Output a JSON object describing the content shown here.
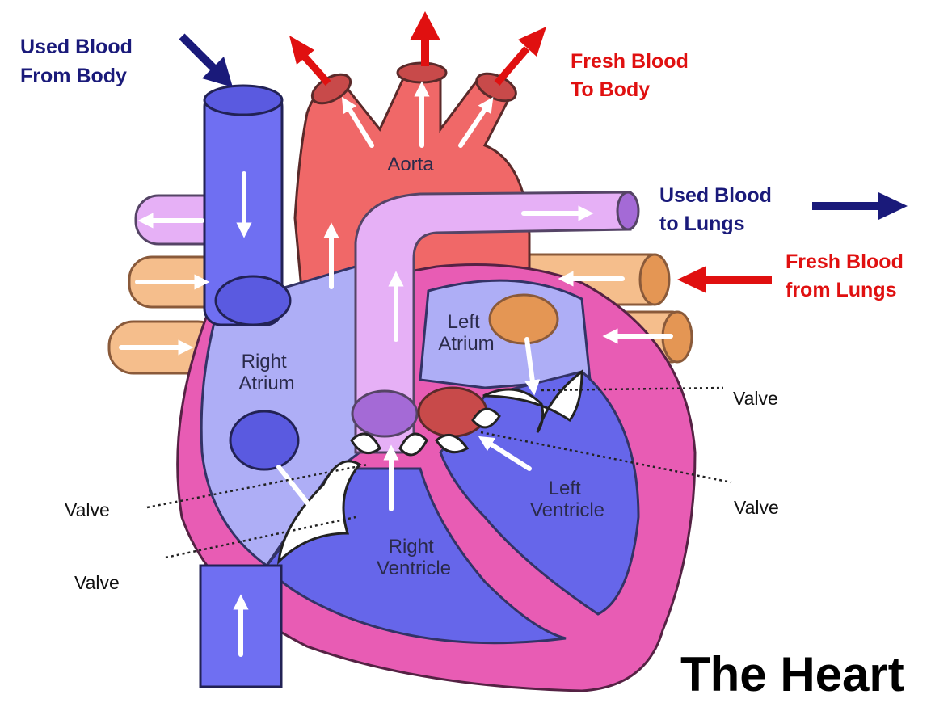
{
  "title": "The Heart",
  "callouts": {
    "used_from_body": [
      "Used Blood",
      "From Body"
    ],
    "fresh_to_body": [
      "Fresh Blood",
      "To Body"
    ],
    "used_to_lungs": [
      "Used Blood",
      "to Lungs"
    ],
    "fresh_from_lungs": [
      "Fresh Blood",
      "from Lungs"
    ]
  },
  "parts": {
    "aorta": "Aorta",
    "right_atrium": [
      "Right",
      "Atrium"
    ],
    "left_atrium": [
      "Left",
      "Atrium"
    ],
    "right_ventricle": [
      "Right",
      "Ventricle"
    ],
    "left_ventricle": [
      "Left",
      "Ventricle"
    ]
  },
  "valves": [
    "Valve",
    "Valve",
    "Valve",
    "Valve"
  ],
  "colors": {
    "used_blood_label": "#1a1a7a",
    "fresh_blood_label": "#e01010",
    "vein_blue": "#6f6ff2",
    "aorta_red": "#f06868",
    "pulmonary_lilac": "#e6b0f6",
    "lung_vessel_orange": "#f5be8c",
    "heart_wall_pink": "#e85cb4",
    "chamber_light": "#aeaef6",
    "chamber_dark": "#6666ea"
  }
}
